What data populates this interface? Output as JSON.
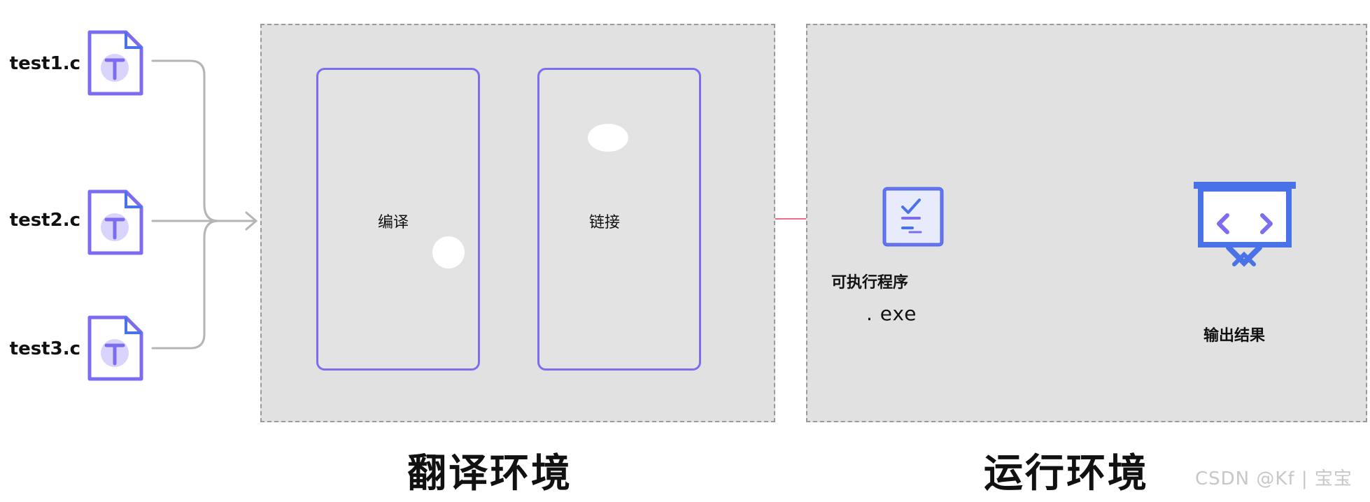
{
  "files": [
    {
      "name": "test1.c"
    },
    {
      "name": "test2.c"
    },
    {
      "name": "test3.c"
    }
  ],
  "file_icon_glyph": "T",
  "translation_env": {
    "title": "翻译环境",
    "stages": {
      "compile": "编译",
      "link": "链接"
    }
  },
  "runtime_env": {
    "title": "运行环境",
    "executable": {
      "label": "可执行程序",
      "ext": ". exe"
    },
    "output": {
      "label": "输出结果"
    }
  },
  "watermark": "CSDN @Kf | 宝宝",
  "colors": {
    "accent_purple": "#7b6cf0",
    "icon_blue": "#4a72e8",
    "arrow_red": "#f06a8a",
    "bracket_gray": "#b0b0b0",
    "env_bg": "#e1e1e1"
  }
}
